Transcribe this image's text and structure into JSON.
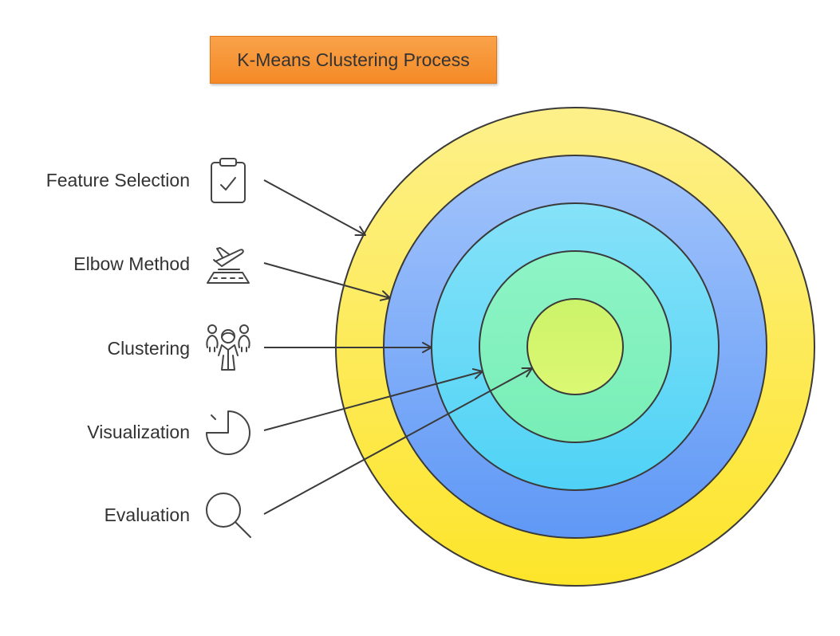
{
  "title": "K-Means Clustering Process",
  "stages": [
    {
      "label": "Feature Selection",
      "icon": "clipboard-check-icon"
    },
    {
      "label": "Elbow Method",
      "icon": "airplane-runway-icon"
    },
    {
      "label": "Clustering",
      "icon": "people-group-icon"
    },
    {
      "label": "Visualization",
      "icon": "pie-chart-icon"
    },
    {
      "label": "Evaluation",
      "icon": "magnifier-icon"
    }
  ],
  "colors": {
    "title_fill": "#f79a3e",
    "title_border": "#e07714",
    "ring_yellow": "#fde84f",
    "ring_blue": "#7aaaf8",
    "ring_cyan": "#67d8f5",
    "ring_green": "#86f1c0",
    "core_lime": "#d4f56c",
    "outline": "#3a3a3a"
  }
}
